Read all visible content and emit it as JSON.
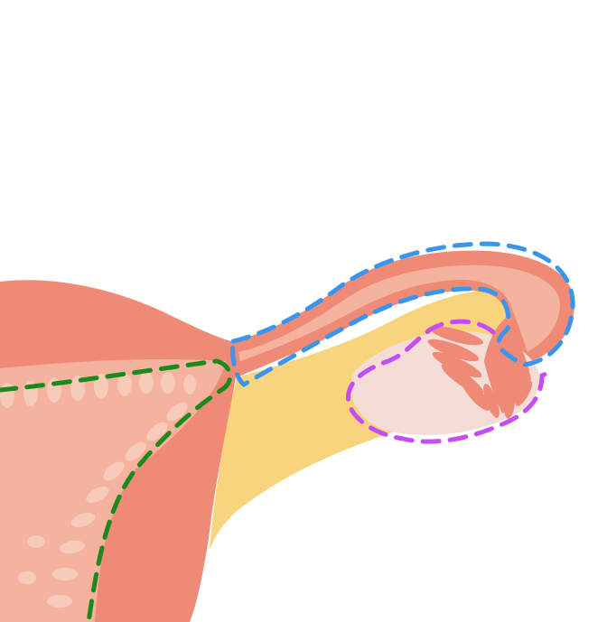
{
  "diagram": {
    "subject": "uterus-and-fallopian-tube-anatomy",
    "colors": {
      "background": "#ffffff",
      "uterine_wall": "#ee8a76",
      "endometrium": "#f5b29e",
      "endometrial_glands": "#f8cab9",
      "broad_ligament": "#f8d57c",
      "ovary": "#f4dcd7",
      "fimbriae": "#ee8a76",
      "tube_outer": "#ee8a76",
      "tube_inner": "#f5b29e",
      "outline_uterus": "#1a8a1a",
      "outline_tube": "#3a95ee",
      "outline_ovary": "#c64cf5"
    },
    "regions": [
      {
        "id": "uterus",
        "outline": "dashed",
        "outline_color_key": "outline_uterus"
      },
      {
        "id": "fallopian-tube",
        "outline": "dashed",
        "outline_color_key": "outline_tube"
      },
      {
        "id": "ovary",
        "outline": "dashed",
        "outline_color_key": "outline_ovary"
      }
    ]
  }
}
